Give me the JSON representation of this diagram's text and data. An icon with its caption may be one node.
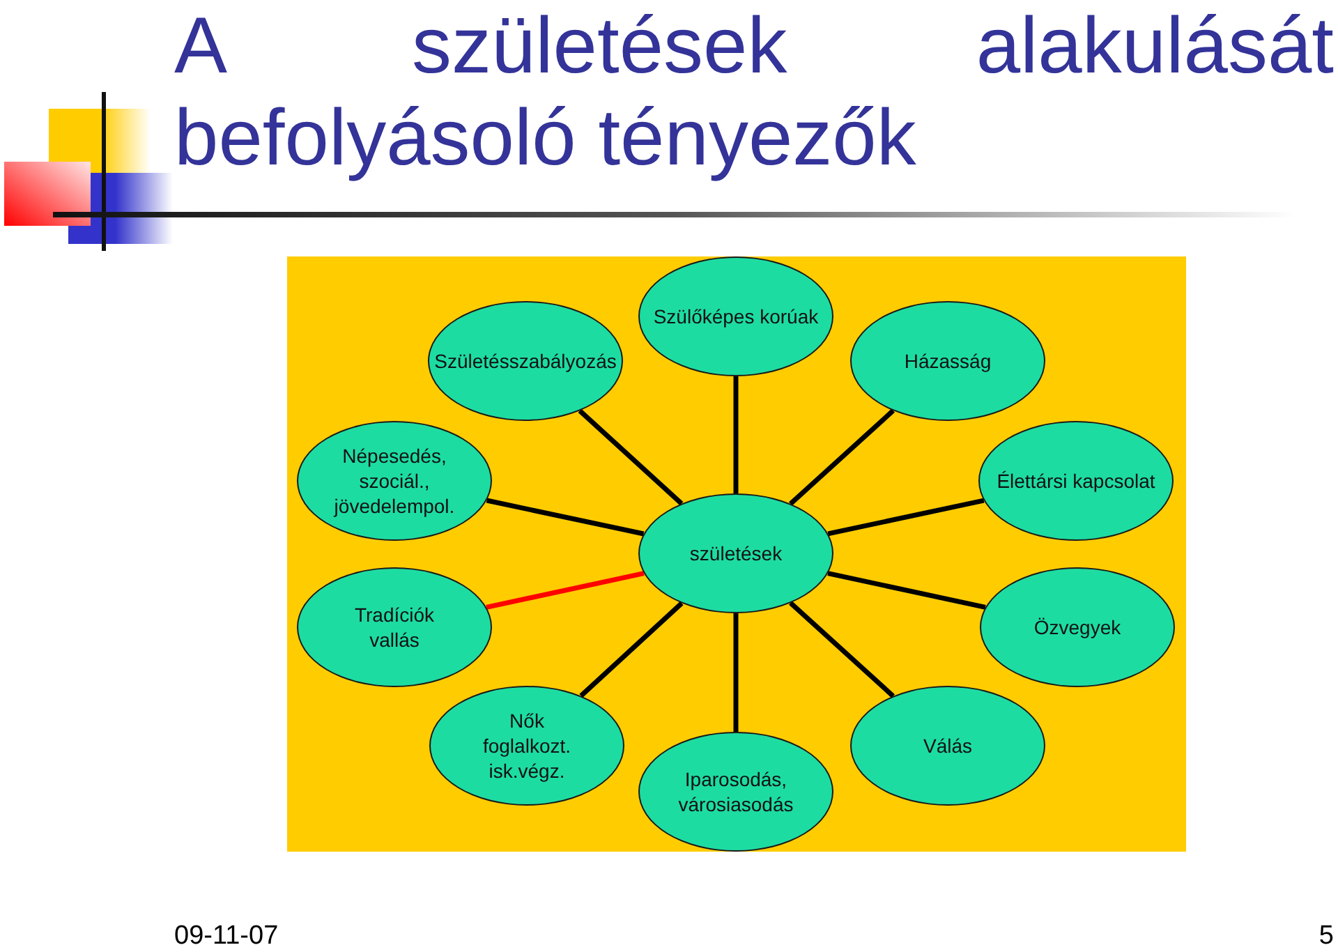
{
  "diagram": {
    "title": "A születések alakulását befolyásoló tényezők",
    "nodes": [
      {
        "text": [
          "Szülőképes korúak"
        ]
      },
      {
        "text": [
          "Születésszabályozás"
        ]
      },
      {
        "text": [
          "Házasság"
        ]
      },
      {
        "text": [
          "Népesedés, szociál., jövedelempol."
        ]
      },
      {
        "text": [
          "Élettársi kapcsolat"
        ]
      },
      {
        "text": [
          "születések"
        ]
      },
      {
        "text": [
          "Tradíciók vallás"
        ]
      },
      {
        "text": [
          "Özvegyek"
        ]
      },
      {
        "text": [
          "Nők foglalkozt. isk.végz."
        ]
      },
      {
        "text": [
          "Válás"
        ]
      },
      {
        "text": [
          "Iparosodás, városiasodás"
        ]
      }
    ],
    "edges": [
      {
        "from": 5,
        "to": 0,
        "arrow": "none"
      },
      {
        "from": 5,
        "to": 1,
        "arrow": "none"
      },
      {
        "from": 5,
        "to": 2,
        "arrow": "none"
      },
      {
        "from": 5,
        "to": 3,
        "arrow": "none"
      },
      {
        "from": 5,
        "to": 4,
        "arrow": "none"
      },
      {
        "from": 5,
        "to": 6,
        "arrow": "none",
        "color": "#ff0000"
      },
      {
        "from": 5,
        "to": 7,
        "arrow": "none"
      },
      {
        "from": 5,
        "to": 8,
        "arrow": "none"
      },
      {
        "from": 5,
        "to": 9,
        "arrow": "none"
      },
      {
        "from": 5,
        "to": 10,
        "arrow": "none"
      }
    ],
    "labels": [
      "09-11-07",
      "5"
    ]
  }
}
